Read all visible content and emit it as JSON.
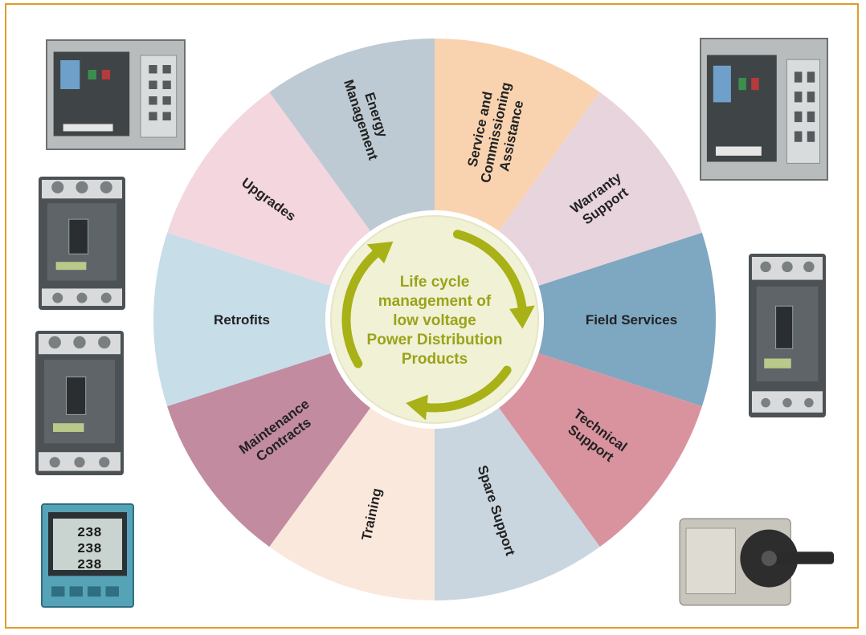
{
  "center": {
    "lines": [
      "Life cycle",
      "management of",
      "low voltage",
      "Power Distribution",
      "Products"
    ]
  },
  "segments": [
    {
      "id": "energy-management",
      "lines": [
        "Energy",
        "Management"
      ],
      "color": "#bdcad3"
    },
    {
      "id": "service-commissioning",
      "lines": [
        "Service and",
        "Commissioning",
        "Assistance"
      ],
      "color": "#f9d3b0"
    },
    {
      "id": "warranty-support",
      "lines": [
        "Warranty",
        "Support"
      ],
      "color": "#e8d4dc"
    },
    {
      "id": "field-services",
      "lines": [
        "Field Services"
      ],
      "color": "#7ea7c2"
    },
    {
      "id": "technical-support",
      "lines": [
        "Technical",
        "Support"
      ],
      "color": "#d9939f"
    },
    {
      "id": "spare-support",
      "lines": [
        "Spare Support"
      ],
      "color": "#c9d6df"
    },
    {
      "id": "training",
      "lines": [
        "Training"
      ],
      "color": "#fbe8dc"
    },
    {
      "id": "maintenance-contracts",
      "lines": [
        "Maintenance",
        "Contracts"
      ],
      "color": "#c28b9f"
    },
    {
      "id": "retrofits",
      "lines": [
        "Retrofits"
      ],
      "color": "#c7dde8"
    },
    {
      "id": "upgrades",
      "lines": [
        "Upgrades"
      ],
      "color": "#f4d6de"
    }
  ],
  "colors": {
    "frame": "#e39a2b",
    "center_fill": "#f1f1d6",
    "arrow": "#a8b116",
    "center_text": "#9aa319"
  },
  "products": [
    {
      "id": "air-circuit-breaker-left",
      "icon": "air-circuit-breaker"
    },
    {
      "id": "mccb-3vl",
      "icon": "molded-case-breaker"
    },
    {
      "id": "mccb-3va",
      "icon": "molded-case-breaker"
    },
    {
      "id": "power-meter",
      "icon": "power-meter",
      "readings": [
        "238",
        "238",
        "238"
      ]
    },
    {
      "id": "air-circuit-breaker-right",
      "icon": "air-circuit-breaker"
    },
    {
      "id": "mccb-3va-right",
      "icon": "molded-case-breaker"
    },
    {
      "id": "rotary-switch",
      "icon": "rotary-disconnect-switch"
    }
  ]
}
